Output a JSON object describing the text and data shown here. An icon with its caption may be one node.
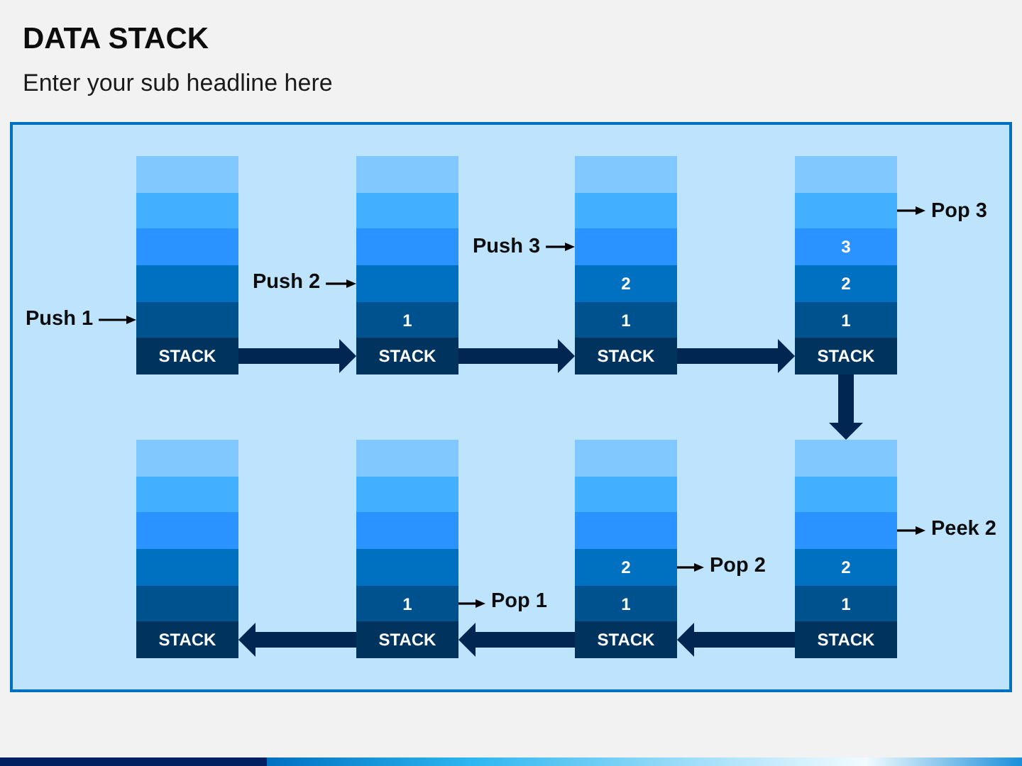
{
  "diagram": {
    "title": "DATA STACK",
    "nodes": [
      {
        "text": [
          "Push 1"
        ]
      },
      {
        "text": [],
        "shape": "box"
      },
      {
        "text": [],
        "shape": "box"
      },
      {
        "text": [],
        "shape": "box"
      },
      {
        "text": [],
        "shape": "box"
      },
      {
        "text": [],
        "shape": "box"
      },
      {
        "text": [
          "STACK"
        ]
      },
      {
        "text": [
          "Push 2"
        ]
      },
      {
        "text": [],
        "shape": "box"
      },
      {
        "text": [],
        "shape": "box"
      },
      {
        "text": [],
        "shape": "box"
      },
      {
        "text": [],
        "shape": "box"
      },
      {
        "text": [
          "1"
        ]
      },
      {
        "text": [
          "STACK"
        ]
      },
      {
        "text": [
          "Push 3"
        ]
      },
      {
        "text": [],
        "shape": "box"
      },
      {
        "text": [],
        "shape": "box"
      },
      {
        "text": [],
        "shape": "box"
      },
      {
        "text": [
          "2"
        ]
      },
      {
        "text": [
          "1"
        ]
      },
      {
        "text": [
          "STACK"
        ]
      },
      {
        "text": [],
        "shape": "box"
      },
      {
        "text": [],
        "shape": "box"
      },
      {
        "text": [
          "3"
        ]
      },
      {
        "text": [
          "2"
        ]
      },
      {
        "text": [
          "1"
        ]
      },
      {
        "text": [
          "STACK"
        ]
      },
      {
        "text": [
          "Pop 3"
        ]
      },
      {
        "text": [],
        "shape": "box"
      },
      {
        "text": [],
        "shape": "box"
      },
      {
        "text": [],
        "shape": "box"
      },
      {
        "text": [],
        "shape": "box"
      },
      {
        "text": [],
        "shape": "box"
      },
      {
        "text": [
          "STACK"
        ]
      },
      {
        "text": [],
        "shape": "box"
      },
      {
        "text": [],
        "shape": "box"
      },
      {
        "text": [],
        "shape": "box"
      },
      {
        "text": [],
        "shape": "box"
      },
      {
        "text": [
          "1"
        ]
      },
      {
        "text": [
          "STACK"
        ]
      },
      {
        "text": [
          "Pop 1"
        ]
      },
      {
        "text": [],
        "shape": "box"
      },
      {
        "text": [],
        "shape": "box"
      },
      {
        "text": [],
        "shape": "box"
      },
      {
        "text": [
          "2"
        ]
      },
      {
        "text": [
          "1"
        ]
      },
      {
        "text": [
          "STACK"
        ]
      },
      {
        "text": [
          "Pop 2"
        ]
      },
      {
        "text": [],
        "shape": "box"
      },
      {
        "text": [],
        "shape": "box"
      },
      {
        "text": [],
        "shape": "box"
      },
      {
        "text": [
          "2"
        ]
      },
      {
        "text": [
          "1"
        ]
      },
      {
        "text": [
          "STACK"
        ]
      },
      {
        "text": [
          "Peek 2"
        ]
      }
    ],
    "edges": [
      {
        "from": 0,
        "to": 5,
        "arrow": "to"
      },
      {
        "from": 7,
        "to": 11,
        "arrow": "to"
      },
      {
        "from": 14,
        "to": 17,
        "arrow": "to"
      },
      {
        "from": 22,
        "to": 27,
        "arrow": "to"
      },
      {
        "from": 38,
        "to": 40,
        "arrow": "to"
      },
      {
        "from": 44,
        "to": 47,
        "arrow": "to"
      },
      {
        "from": 50,
        "to": 54,
        "arrow": "to"
      },
      {
        "from": 6,
        "to": 13,
        "arrow": "to",
        "style": "thick",
        "color": "#002651"
      },
      {
        "from": 13,
        "to": 20,
        "arrow": "to",
        "style": "thick",
        "color": "#002651"
      },
      {
        "from": 20,
        "to": 26,
        "arrow": "to",
        "style": "thick",
        "color": "#002651"
      },
      {
        "from": 26,
        "to": 48,
        "arrow": "to",
        "style": "thick",
        "color": "#002651"
      },
      {
        "from": 53,
        "to": 46,
        "arrow": "to",
        "style": "thick",
        "color": "#002651"
      },
      {
        "from": 46,
        "to": 39,
        "arrow": "to",
        "style": "thick",
        "color": "#002651"
      },
      {
        "from": 39,
        "to": 33,
        "arrow": "to",
        "style": "thick",
        "color": "#002651"
      }
    ],
    "labels": [
      "Enter your sub headline here"
    ]
  }
}
